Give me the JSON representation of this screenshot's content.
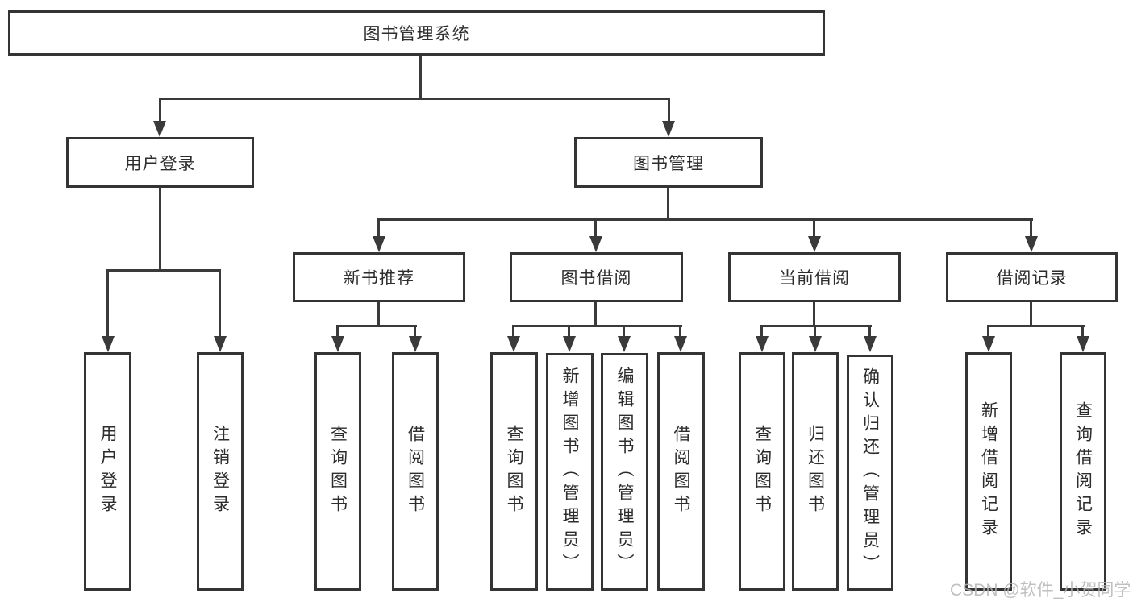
{
  "diagram": {
    "root": {
      "label": "图书管理系统"
    },
    "level2": [
      {
        "label": "用户登录"
      },
      {
        "label": "图书管理"
      }
    ],
    "level3": [
      {
        "label": "新书推荐"
      },
      {
        "label": "图书借阅"
      },
      {
        "label": "当前借阅"
      },
      {
        "label": "借阅记录"
      }
    ],
    "leaves": [
      {
        "label": "用户登录",
        "parent": "用户登录"
      },
      {
        "label": "注销登录",
        "parent": "用户登录"
      },
      {
        "label": "查询图书",
        "parent": "新书推荐"
      },
      {
        "label": "借阅图书",
        "parent": "新书推荐"
      },
      {
        "label": "查询图书",
        "parent": "图书借阅"
      },
      {
        "label": "新增图书（管理员）",
        "parent": "图书借阅"
      },
      {
        "label": "编辑图书（管理员）",
        "parent": "图书借阅"
      },
      {
        "label": "借阅图书",
        "parent": "图书借阅"
      },
      {
        "label": "查询图书",
        "parent": "当前借阅"
      },
      {
        "label": "归还图书",
        "parent": "当前借阅"
      },
      {
        "label": "确认归还（管理员）",
        "parent": "当前借阅"
      },
      {
        "label": "新增借阅记录",
        "parent": "借阅记录"
      },
      {
        "label": "查询借阅记录",
        "parent": "借阅记录"
      }
    ],
    "watermark": "CSDN @软件_小贺同学",
    "colors": {
      "line": "#3a3a3a",
      "border": "#343434",
      "text": "#2d2d2d",
      "watermark": "#b4b4b4",
      "background": "#ffffff"
    }
  }
}
